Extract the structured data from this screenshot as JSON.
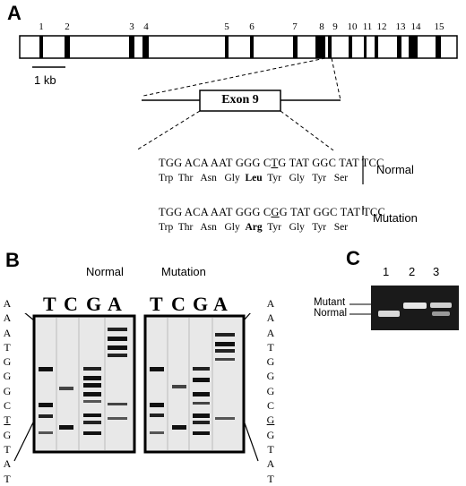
{
  "panel_A": {
    "letter": "A",
    "exon_numbers": [
      "1",
      "2",
      "3",
      "4",
      "5",
      "6",
      "7",
      "8",
      "9",
      "10",
      "11",
      "12",
      "13",
      "14",
      "15"
    ],
    "scale_label": "1 kb",
    "exon_label": "Exon 9",
    "normal_label": "Normal",
    "mutation_label": "Mutation",
    "normal_seq_pre": "TGG ACA AAT GGG C",
    "normal_seq_mut": "T",
    "normal_seq_post": "G TAT GGC TAT TCC",
    "normal_aa_pre": "Trp  Thr   Asn   Gly  ",
    "normal_aa_mut": "Leu",
    "normal_aa_post": "  Tyr   Gly   Tyr   Ser",
    "mutation_seq_pre": "TGG ACA AAT GGG C",
    "mutation_seq_mut": "G",
    "mutation_seq_post": "G TAT GGC TAT TCC",
    "mutation_aa_pre": "Trp  Thr   Asn   Gly  ",
    "mutation_aa_mut": "Arg",
    "mutation_aa_post": "  Tyr   Gly   Tyr   Ser"
  },
  "panel_B": {
    "letter": "B",
    "normal_title": "Normal",
    "mutation_title": "Mutation",
    "lane_letters": [
      "T",
      "C",
      "G",
      "A"
    ],
    "left_seq": [
      "A",
      "A",
      "A",
      "T",
      "G",
      "G",
      "G",
      "C",
      "T",
      "G",
      "T",
      "A",
      "T"
    ],
    "left_underlined_index": 8,
    "right_seq": [
      "A",
      "A",
      "A",
      "T",
      "G",
      "G",
      "G",
      "C",
      "G",
      "G",
      "T",
      "A",
      "T"
    ],
    "right_underlined_index": 8
  },
  "panel_C": {
    "letter": "C",
    "lanes": [
      "1",
      "2",
      "3"
    ],
    "mutant_label": "Mutant",
    "normal_label": "Normal"
  }
}
